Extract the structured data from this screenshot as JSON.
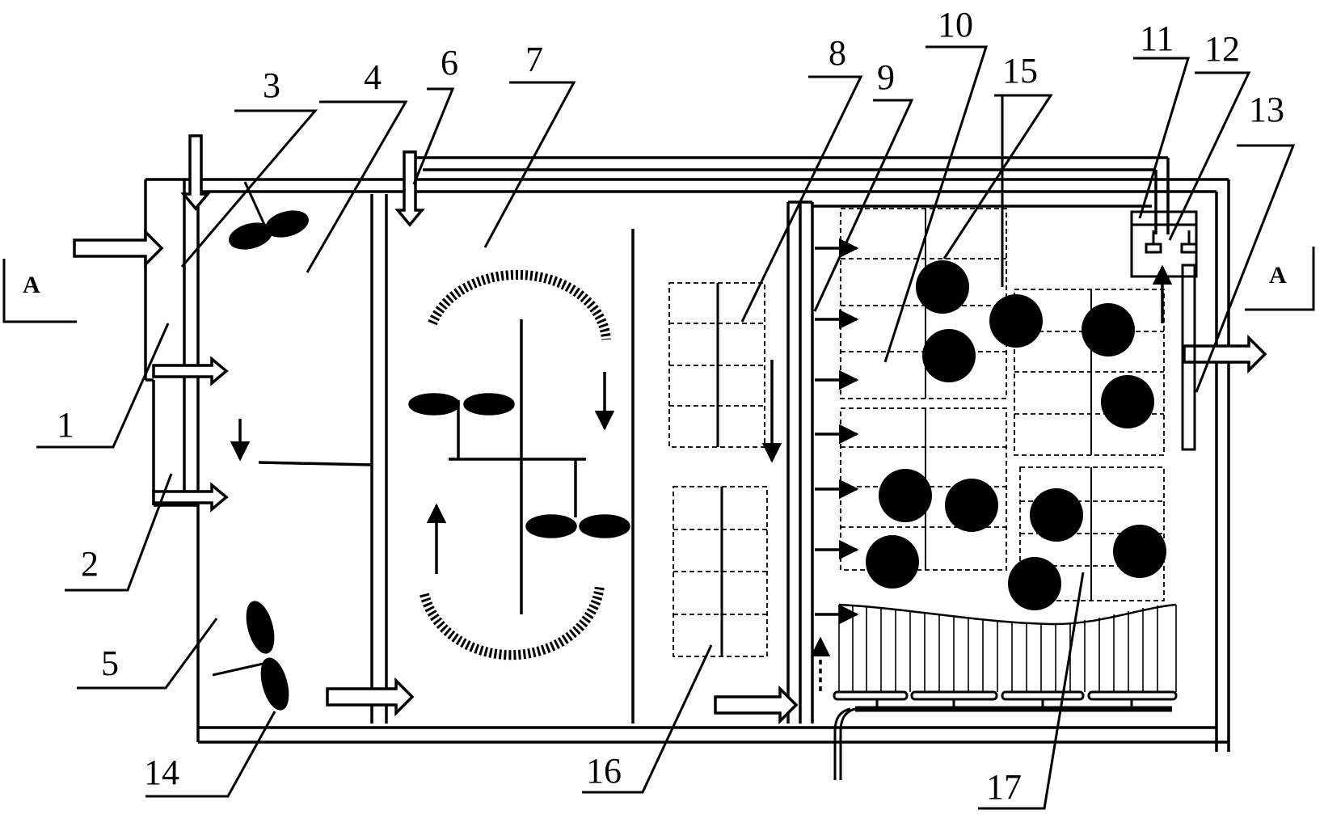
{
  "labels": {
    "n1": "1",
    "n2": "2",
    "n3": "3",
    "n4": "4",
    "n5": "5",
    "n6": "6",
    "n7": "7",
    "n8": "8",
    "n9": "9",
    "n10": "10",
    "n11": "11",
    "n12": "12",
    "n13": "13",
    "n14": "14",
    "n15": "15",
    "n16": "16",
    "n17": "17"
  },
  "section_marks": {
    "left": "A",
    "right": "A"
  },
  "colors": {
    "line": "#000000",
    "background": "#ffffff",
    "media": "#000000"
  }
}
